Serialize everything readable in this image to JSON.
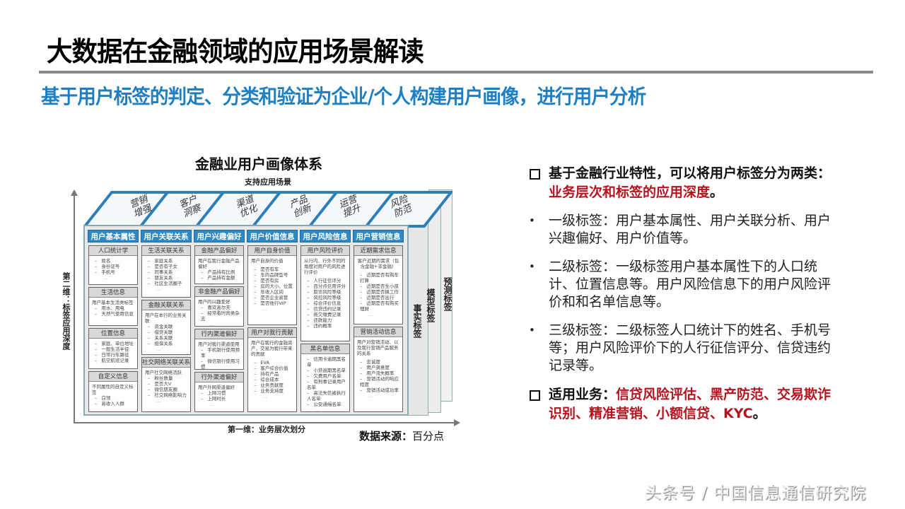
{
  "header": {
    "title": "大数据在金融领域的应用场景解读",
    "subtitle": "基于用户标签的判定、分类和验证为企业/个人构建用户画像，进行用户分析"
  },
  "diagram": {
    "title": "金融业用户画像体系",
    "scenarios_label": "支持应用场景",
    "scenarios": [
      {
        "line1": "营销",
        "line2": "增强"
      },
      {
        "line1": "客户",
        "line2": "洞察"
      },
      {
        "line1": "渠道",
        "line2": "优化"
      },
      {
        "line1": "产品",
        "line2": "创新"
      },
      {
        "line1": "运营",
        "line2": "提升"
      },
      {
        "line1": "风险",
        "line2": "防范"
      }
    ],
    "y_axis_label": "第二维：标签应用深度",
    "x_axis_label": "第一维：业务层次划分",
    "side_labels": [
      "事实标签",
      "模型标签",
      "预测标签"
    ],
    "columns": [
      {
        "header": "用户基本属性",
        "cards": [
          {
            "title": "人口统计学",
            "intro": "",
            "items": [
              "姓名",
              "身份证号",
              "手机号"
            ]
          },
          {
            "title": "生活信息",
            "intro": "用户基本生活类标签",
            "items": [
              "用水、用电",
              "天然气使用信息"
            ]
          },
          {
            "title": "位置信息",
            "intro": "",
            "items": [
              "家庭、单位地址",
              "一般生活半径",
              "日常行车路径",
              "航空航班记录"
            ]
          },
          {
            "title": "自定义信息",
            "intro": "不同属性的自定义标签",
            "items": [
              "白领",
              "高收入人群"
            ]
          }
        ]
      },
      {
        "header": "用户关联关系",
        "cards": [
          {
            "title": "生活关联关系",
            "intro": "",
            "items": [
              "家庭关系",
              "是否有子女",
              "同事关系",
              "朋友关系",
              "社区生活圈子"
            ]
          },
          {
            "title": "金融关联关系",
            "intro": "用户在本行的业务关联",
            "items": [
              "资金关联",
              "借贷关联",
              "关系关联",
              "担保关系"
            ]
          },
          {
            "title": "社交网络关联关系",
            "intro": "用户社交网络活跃",
            "items": [
              "粉丝数量",
              "是否大V",
              "微信朋友圈",
              "社交网络影响力"
            ]
          }
        ]
      },
      {
        "header": "用户兴趣偏好",
        "cards": [
          {
            "title": "金融产品偏好",
            "intro": "用户在我行金融产品偏好",
            "items": [
              "产品持有比例",
              "产品持有金额"
            ]
          },
          {
            "title": "非金融产品偏好",
            "intro": "用户的兴趣爱好",
            "items": [
              "喜欢高尔夫",
              "经常看时尚类杂志"
            ]
          },
          {
            "title": "行内渠道偏好",
            "intro": "用户对我行渠道使用",
            "items": [
              "手机银行使用频率",
              "微信银行使用习惯"
            ]
          },
          {
            "title": "行外渠道偏好",
            "intro": "用户外网渠道偏好",
            "items": [
              "上网习惯",
              "上网时长"
            ]
          }
        ]
      },
      {
        "header": "用户价值信息",
        "cards": [
          {
            "title": "用户自身价值",
            "intro": "用户自身的价值",
            "items": [
              "是否有车",
              "车的品牌型号",
              "是否有房",
              "房的大小、位置",
              "年收入区间",
              "是否企业高管",
              "是否他行VIP"
            ]
          },
          {
            "title": "用户对我行贡献",
            "intro": "用户在我行的金融资产，交易为我行带来的贡献",
            "items": [
              "EVA",
              "客户综合价值",
              "持有产品",
              "综合成本",
              "业务贡献度",
              "业务支持度"
            ]
          }
        ]
      },
      {
        "header": "用户风险信息",
        "cards": [
          {
            "title": "用户风险评价",
            "intro": "从行内、行外不同的角度对用户的风险进行评价",
            "items": [
              "人行征信评分",
              "百分点信用评分",
              "欺诈风险等级",
              "风控风险等级",
              "综合评价信息",
              "信贷违约记录",
              "拖欠缴费记录",
              "还款能力",
              "违约概率"
            ]
          },
          {
            "title": "黑名单信息",
            "intro": "",
            "items": [
              "信用卡逾期黑名单",
              "小贷逾期黑名单",
              "欠费用户名单",
              "有刑事记录用户名单",
              "高法失信被执行人名单",
              "公安通缉名单"
            ]
          }
        ]
      },
      {
        "header": "用户营销信息",
        "cards": [
          {
            "title": "近期需求信息",
            "intro": "客户近期的需求（包含金融+非金融）",
            "items": [
              "近期是否有购车打算",
              "近期是否生小孩",
              "近期是否换工作",
              "近期是否出行",
              "近期是否有购买理财"
            ]
          },
          {
            "title": "营销活动信息",
            "intro": "用户对营销活动、以及我行营销产品服务的关系",
            "items": [
              "忠诚度",
              "用户满意度",
              "用户流失概率",
              "营销活动的响应程度",
              "营销活动成功率"
            ]
          }
        ]
      }
    ],
    "source_label": "数据来源：",
    "source_value": "百分点"
  },
  "content": {
    "point1": {
      "lead": "基于金融行业特性，可以将用户标签分为两类：",
      "highlight": "业务层次和标签的应用深度",
      "tail": "。"
    },
    "bullets": [
      "一级标签：用户基本属性、用户关联分析、用户兴趣偏好、用户价值等。",
      "二级标签：一级标签用户基本属性下的人口统计、位置信息等。用户风险信息下的用户风险评价和和名单信息等。",
      "三级标签：二级标签人口统计下的姓名、手机号等；用户风险评价下的人行征信评分、信贷违约记录等。"
    ],
    "point2": {
      "lead": "适用业务：",
      "highlight": "信贷风险评估、黑产防范、交易欺诈识别、精准营销、小额信贷、KYC",
      "tail": "。"
    }
  },
  "footer": {
    "watermark": "头条号 / 中国信息通信研究院"
  },
  "colors": {
    "subtitle_blue": "#1f7fc1",
    "highlight_red": "#b3141d",
    "column_header_blue": "#2d88c6"
  }
}
